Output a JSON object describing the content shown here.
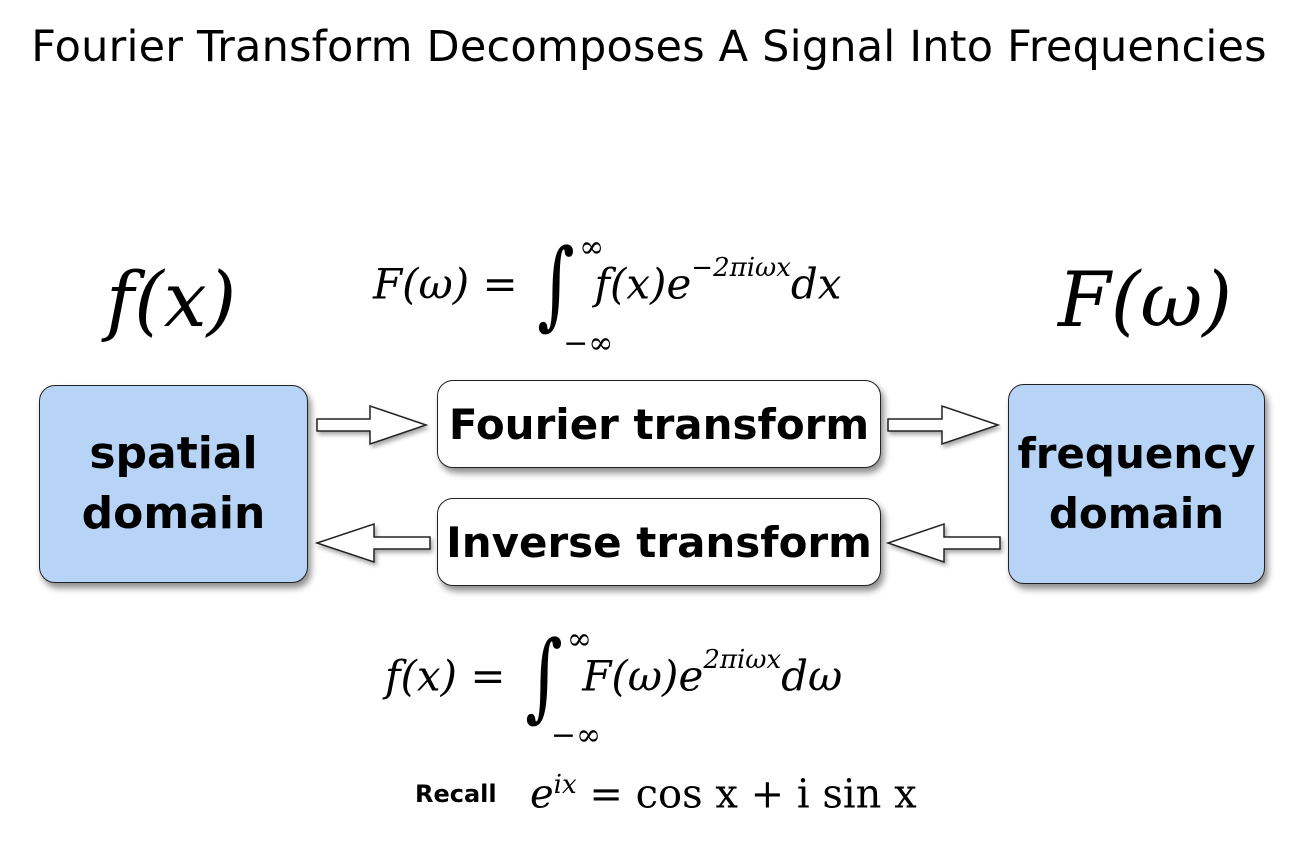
{
  "title": "Fourier Transform Decomposes A Signal Into Frequencies",
  "left_symbol": "f(x)",
  "right_symbol": "F(ω)",
  "forward_formula": {
    "lhs": "F(ω) =",
    "upper": "∞",
    "lower": "−∞",
    "integrand": "f(x)e",
    "exponent": "−2πiωx",
    "differential": "dx"
  },
  "inverse_formula": {
    "lhs": "f(x) =",
    "upper": "∞",
    "lower": "−∞",
    "integrand": "F(ω)e",
    "exponent": "2πiωx",
    "differential": "dω"
  },
  "boxes": {
    "spatial_line1": "spatial",
    "spatial_line2": "domain",
    "frequency_line1": "frequency",
    "frequency_line2": "domain",
    "fourier": "Fourier transform",
    "inverse": "Inverse transform"
  },
  "recall": {
    "label": "Recall",
    "base": "e",
    "exponent": "ix",
    "rhs": "= cos x + i sin x"
  },
  "colors": {
    "domain_fill": "#b7d3f6",
    "transform_fill": "#ffffff",
    "border": "#222222"
  }
}
